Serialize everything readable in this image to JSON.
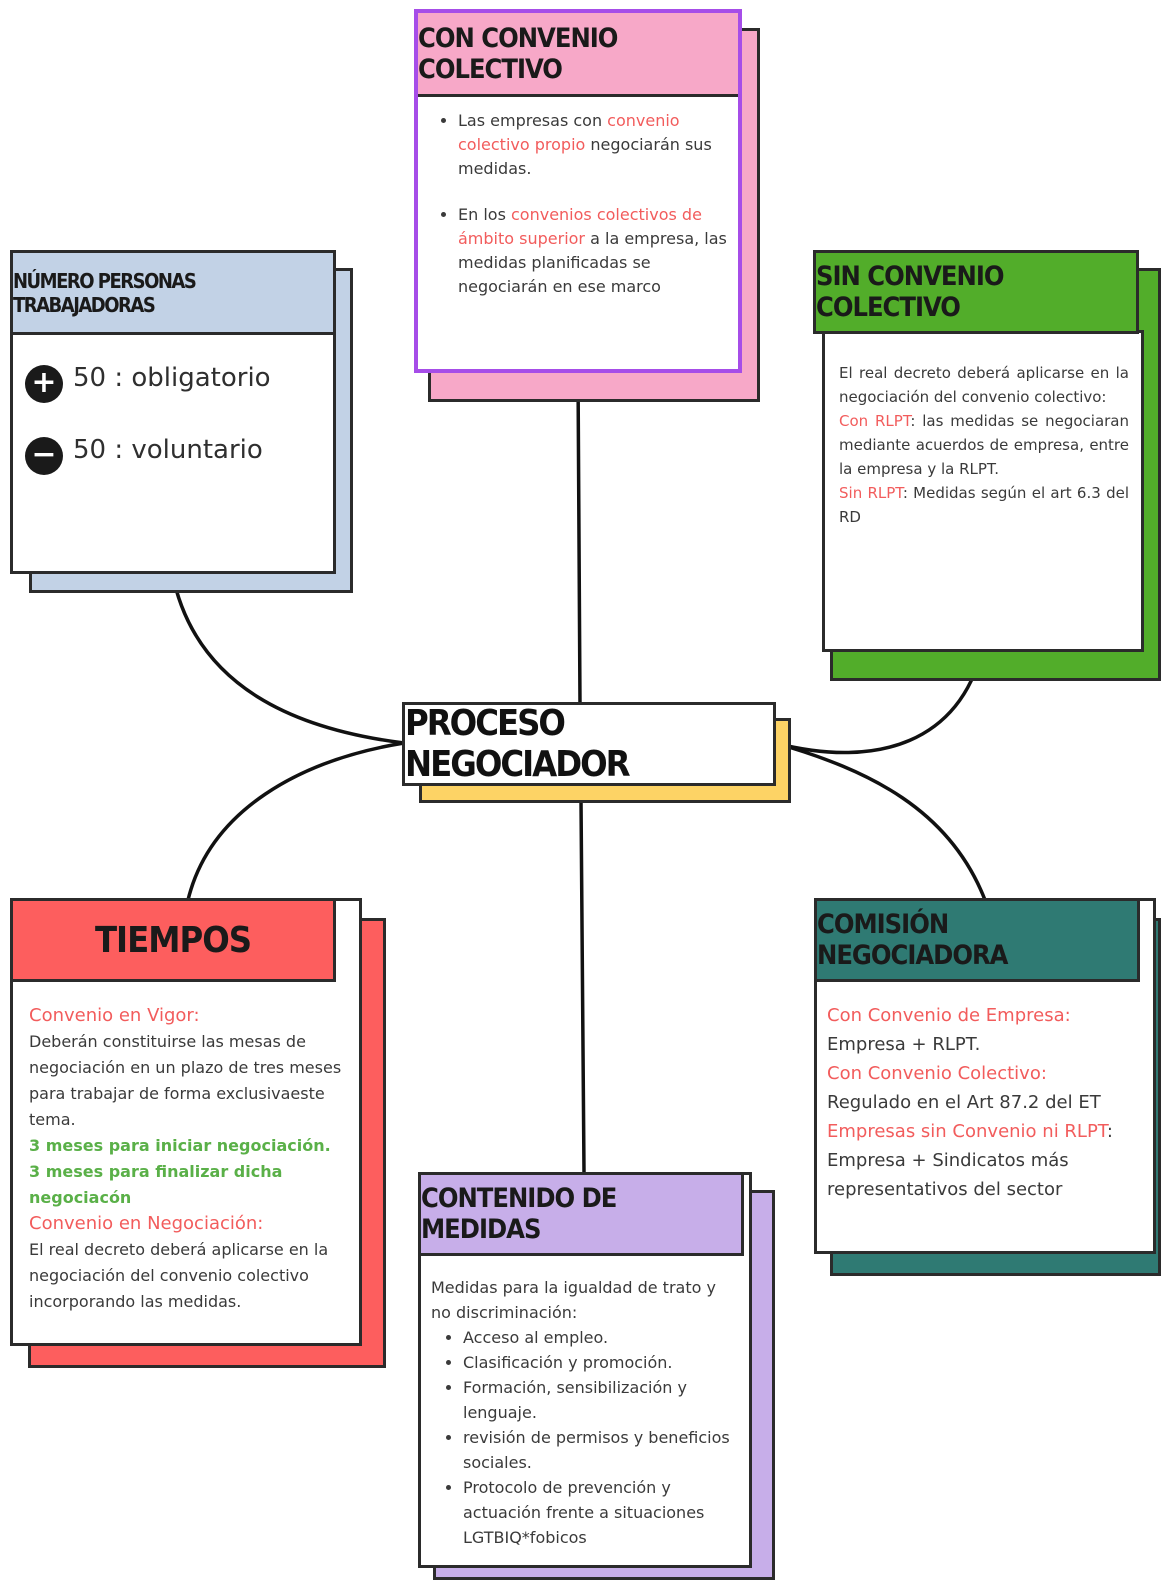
{
  "center": {
    "title": "PROCESO NEGOCIADOR"
  },
  "con_convenio": {
    "title": "CON CONVENIO COLECTIVO",
    "items": [
      {
        "a": "Las empresas con ",
        "b": "convenio colectivo propio",
        "c": " negociarán sus medidas."
      },
      {
        "a": "En los ",
        "b": "convenios colectivos de ámbito superior",
        "c": " a la empresa, las medidas planificadas se negociarán en ese marco"
      }
    ]
  },
  "numero": {
    "title": "NÚMERO PERSONAS TRABAJADORAS",
    "plus_text": "50 : obligatorio",
    "minus_text": "50 : voluntario",
    "plus_icon": "+",
    "minus_icon": "−"
  },
  "sin_convenio": {
    "title": "SIN CONVENIO COLECTIVO",
    "intro": "El real decreto deberá aplicarse en la negociación del convenio colectivo:",
    "con_rlpt_label": "Con RLPT",
    "con_rlpt_text": ": las medidas se negociaran mediante acuerdos de empresa, entre la empresa y la RLPT.",
    "sin_rlpt_label": "Sin RLPT",
    "sin_rlpt_text": ": Medidas según el art 6.3 del RD"
  },
  "tiempos": {
    "title": "TIEMPOS",
    "vigor_label": "Convenio en Vigor:",
    "vigor_text": "Deberán constituirse las mesas de negociación en un plazo de tres meses para trabajar de forma exclusivaeste tema.",
    "green1": "3 meses para iniciar negociación.",
    "green2": "3 meses para finalizar dicha negociacón",
    "neg_label": "Convenio en Negociación:",
    "neg_text": "El real decreto deberá aplicarse en la negociación del convenio colectivo incorporando las medidas."
  },
  "comision": {
    "title": "COMISIÓN NEGOCIADORA",
    "l1_label": "Con Convenio de Empresa:",
    "l1_text": "Empresa + RLPT.",
    "l2_label": "Con Convenio Colectivo:",
    "l2_text": "Regulado en el Art 87.2 del ET",
    "l3_label": "Empresas sin Convenio ni RLPT",
    "l3_text": ": Empresa + Sindicatos más representativos del sector"
  },
  "contenido": {
    "title": "CONTENIDO DE MEDIDAS",
    "intro": "Medidas para la igualdad de trato y no discriminación:",
    "items": [
      "Acceso al empleo.",
      "Clasificación y promoción.",
      "Formación, sensibilización y lenguaje.",
      "revisión de permisos y beneficios sociales.",
      "Protocolo de prevención y actuación frente a situaciones LGTBIQ*fobicos"
    ]
  },
  "colors": {
    "pink": "#f7a8c8",
    "purple_border": "#a64de8",
    "blue": "#c2d2e6",
    "green": "#52ad2a",
    "yellow": "#fdd365",
    "red": "#fd5e5e",
    "teal": "#2f7a73",
    "lavender": "#c7aee9"
  }
}
